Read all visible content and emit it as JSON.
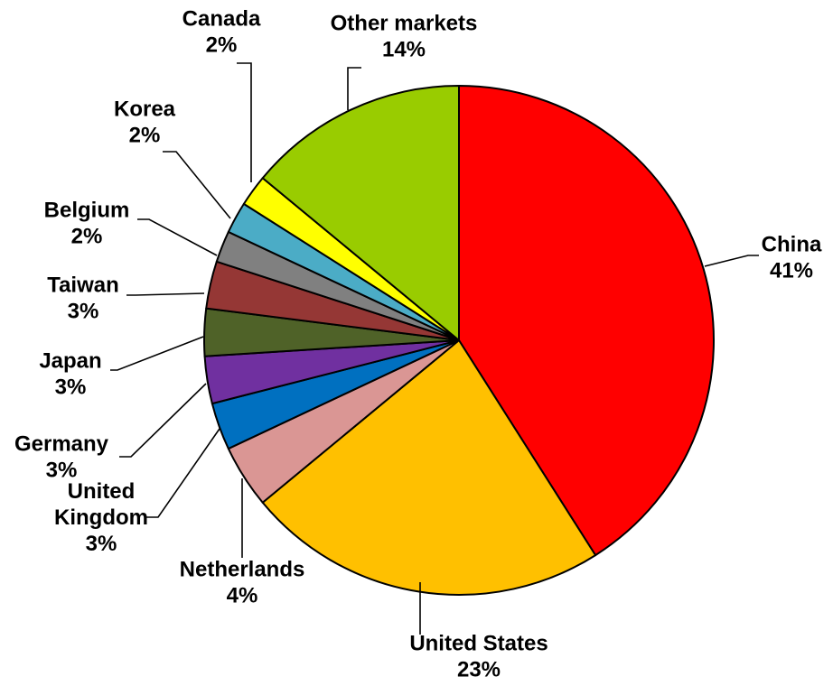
{
  "chart_data": {
    "type": "pie",
    "title": "",
    "start_angle_deg": 0,
    "direction": "clockwise",
    "slices": [
      {
        "label": "China",
        "label_lines": [
          "China"
        ],
        "value": 41,
        "pct_label": "41%",
        "color": "#FF0000"
      },
      {
        "label": "United States",
        "label_lines": [
          "United States"
        ],
        "value": 23,
        "pct_label": "23%",
        "color": "#FFC000"
      },
      {
        "label": "Netherlands",
        "label_lines": [
          "Netherlands"
        ],
        "value": 4,
        "pct_label": "4%",
        "color": "#DA9694"
      },
      {
        "label": "United Kingdom",
        "label_lines": [
          "United",
          "Kingdom"
        ],
        "value": 3,
        "pct_label": "3%",
        "color": "#0070C0"
      },
      {
        "label": "Germany",
        "label_lines": [
          "Germany"
        ],
        "value": 3,
        "pct_label": "3%",
        "color": "#7030A0"
      },
      {
        "label": "Japan",
        "label_lines": [
          "Japan"
        ],
        "value": 3,
        "pct_label": "3%",
        "color": "#4F6228"
      },
      {
        "label": "Taiwan",
        "label_lines": [
          "Taiwan"
        ],
        "value": 3,
        "pct_label": "3%",
        "color": "#953735"
      },
      {
        "label": "Belgium",
        "label_lines": [
          "Belgium"
        ],
        "value": 2,
        "pct_label": "2%",
        "color": "#808080"
      },
      {
        "label": "Korea",
        "label_lines": [
          "Korea"
        ],
        "value": 2,
        "pct_label": "2%",
        "color": "#4BACC6"
      },
      {
        "label": "Canada",
        "label_lines": [
          "Canada"
        ],
        "value": 2,
        "pct_label": "2%",
        "color": "#FFFF00"
      },
      {
        "label": "Other markets",
        "label_lines": [
          "Other markets"
        ],
        "value": 14,
        "pct_label": "14%",
        "color": "#99CC00"
      }
    ]
  }
}
